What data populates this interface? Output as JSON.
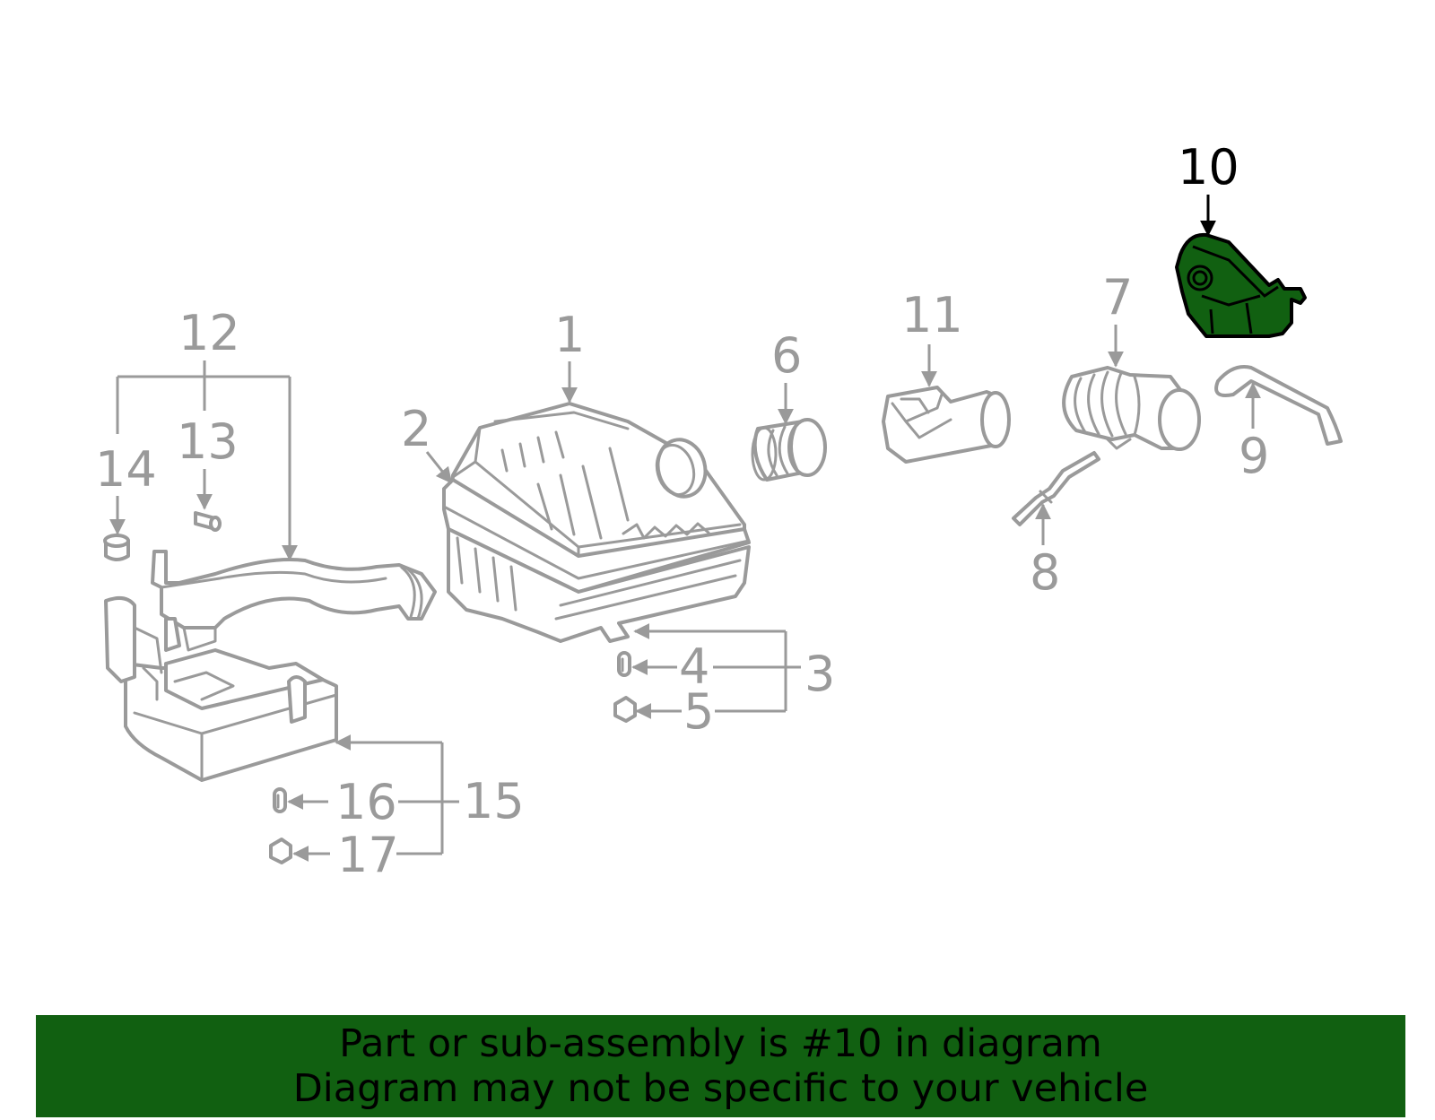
{
  "colors": {
    "line": "#9a9a9a",
    "highlight_fill": "#116011",
    "highlight_text": "#000000",
    "banner_bg": "#116011"
  },
  "callouts": {
    "c1": "1",
    "c2": "2",
    "c3": "3",
    "c4": "4",
    "c5": "5",
    "c6": "6",
    "c7": "7",
    "c8": "8",
    "c9": "9",
    "c10": "10",
    "c11": "11",
    "c12": "12",
    "c13": "13",
    "c14": "14",
    "c15": "15",
    "c16": "16",
    "c17": "17"
  },
  "highlighted_part": "10",
  "banner": {
    "line1": "Part or sub-assembly is #10 in diagram",
    "line2": "Diagram may not be specific to your vehicle"
  }
}
